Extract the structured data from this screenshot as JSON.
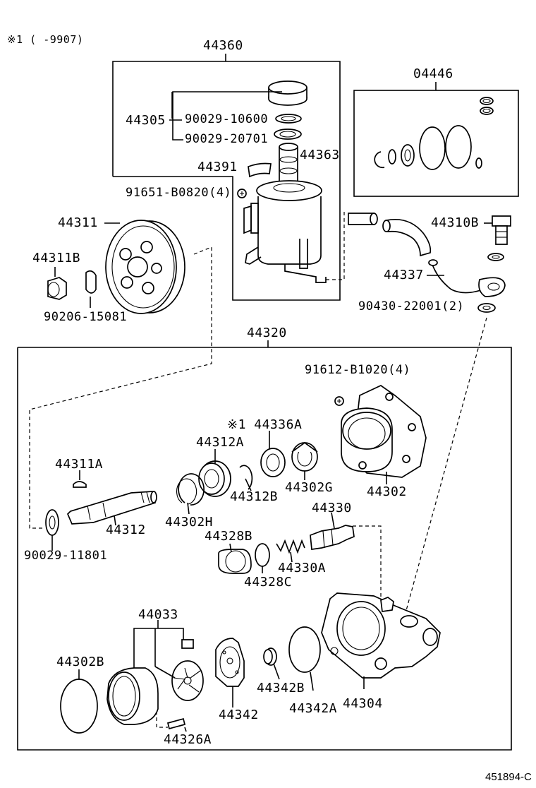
{
  "header": {
    "note": "※1 (    -9907)"
  },
  "footer": {
    "ref": "451894-C"
  },
  "callouts": {
    "p44360": "44360",
    "p44305": "44305",
    "p90029_10600": "90029-10600",
    "p90029_20701": "90029-20701",
    "p44363": "44363",
    "p44391": "44391",
    "p91651": "91651-B0820(4)",
    "p04446": "04446",
    "p44311": "44311",
    "p44311B": "44311B",
    "p90206": "90206-15081",
    "p44310B": "44310B",
    "p44337": "44337",
    "p90430": "90430-22001(2)",
    "p44320": "44320",
    "p91612": "91612-B1020(4)",
    "p44336A": "※1 44336A",
    "p44312A": "44312A",
    "p44311A": "44311A",
    "p44302G": "44302G",
    "p44302": "44302",
    "p44312B": "44312B",
    "p44330": "44330",
    "p44312": "44312",
    "p44302H": "44302H",
    "p90029_11801": "90029-11801",
    "p44328B": "44328B",
    "p44330A": "44330A",
    "p44328C": "44328C",
    "p44033": "44033",
    "p44302B": "44302B",
    "p44342B": "44342B",
    "p44342A": "44342A",
    "p44304": "44304",
    "p44342": "44342",
    "p44326A": "44326A"
  }
}
